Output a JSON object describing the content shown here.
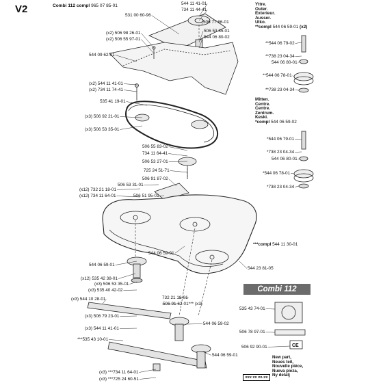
{
  "header": {
    "section": "V2",
    "model": "Combi 112",
    "compl_label": "compl",
    "compl_part": "965 07 85-01"
  },
  "brand_label": "Combi 112",
  "outer_block": {
    "lines": [
      "Yttre.",
      "Outer.",
      "Exterieur.",
      "Ausser.",
      "Ulko."
    ],
    "compl_prefix": "**compl",
    "compl_part": "544 06 59-01",
    "compl_qty": "(x2)"
  },
  "center_block": {
    "lines": [
      "Mitten.",
      "Centre.",
      "Centre.",
      "Zentrum.",
      "Keski."
    ],
    "compl_prefix": "*compl",
    "compl_part": "544 06 59-02"
  },
  "deck_compl": {
    "prefix": "***compl",
    "part": "544 11 30-01"
  },
  "new_part": {
    "lines": [
      "New part,",
      "Neues teil,",
      "Nouvelle piéce,",
      "Nueva pieza,",
      "Ny detalj"
    ],
    "code": "xxx xx xx-xx"
  },
  "labels": [
    {
      "id": "l01",
      "text": "544 11 41-01"
    },
    {
      "id": "l02",
      "text": "734 11 44-41"
    },
    {
      "id": "l03",
      "text": "531 00 60-96"
    },
    {
      "id": "l04",
      "text": "506 77 86-01"
    },
    {
      "id": "l05",
      "text": "(x2) 506 98 26-01"
    },
    {
      "id": "l06",
      "text": "(x2) 506 55 97-01"
    },
    {
      "id": "l07",
      "text": "506 53 35-01"
    },
    {
      "id": "l08",
      "text": "544 06 80-02"
    },
    {
      "id": "l09",
      "text": "544 09 62-01"
    },
    {
      "id": "l10",
      "text": "(x2) 544 11 41-01"
    },
    {
      "id": "l11",
      "text": "(x2) 734 11 74-41"
    },
    {
      "id": "l12",
      "text": "535 41 19-01"
    },
    {
      "id": "l13",
      "text": "(x3) 506 92 21-01"
    },
    {
      "id": "l14",
      "text": "(x3) 506 53 35-01"
    },
    {
      "id": "l15",
      "text": "506 55 83-02"
    },
    {
      "id": "l16",
      "text": "734 11 64-41"
    },
    {
      "id": "l17",
      "text": "506 53 27-01"
    },
    {
      "id": "l18",
      "text": "725 24 51-71"
    },
    {
      "id": "l19",
      "text": "506 91 87-02"
    },
    {
      "id": "l20",
      "text": "506 53 31-01"
    },
    {
      "id": "l21",
      "text": "(x12) 732 21 18-01"
    },
    {
      "id": "l22",
      "text": "(x12) 734 11 64-01"
    },
    {
      "id": "l23",
      "text": "506 51 95-01"
    },
    {
      "id": "l24",
      "text": "544 06 59-01"
    },
    {
      "id": "l25",
      "text": "(x12) 535 42 38-01"
    },
    {
      "id": "l26",
      "text": "(x3) 506 53 35-01"
    },
    {
      "id": "l27",
      "text": "(x3) 535 40 42-02"
    },
    {
      "id": "l28",
      "text": "(x3) 544 10 28-01"
    },
    {
      "id": "l29",
      "text": "732 21 18-01"
    },
    {
      "id": "l30",
      "text": "506 91 62-01*** (x3)"
    },
    {
      "id": "l31",
      "text": "(x3) 506 79 23-01"
    },
    {
      "id": "l32",
      "text": "(x3) 544 11 41-01"
    },
    {
      "id": "l33",
      "text": "544 06 59-02"
    },
    {
      "id": "l34",
      "text": "***535 43 10-01"
    },
    {
      "id": "l35",
      "text": "544 06 59-01"
    },
    {
      "id": "l36",
      "text": "(x3) ***734 11 64-01"
    },
    {
      "id": "l37",
      "text": "(x3) ***725 24 60-51"
    },
    {
      "id": "l38",
      "text": "544 06 59-01"
    },
    {
      "id": "l39",
      "text": "544 23 81-05"
    },
    {
      "id": "l40",
      "text": "535 43 74-01"
    },
    {
      "id": "l41",
      "text": "506 78 97-01"
    },
    {
      "id": "l42",
      "text": "506 92 90-01"
    },
    {
      "id": "l43",
      "text": "**544 06 79-02"
    },
    {
      "id": "l44",
      "text": "**738 23 04-34"
    },
    {
      "id": "l45",
      "text": "544 06 80-01"
    },
    {
      "id": "l46",
      "text": "**544 06 78-01"
    },
    {
      "id": "l47",
      "text": "**738 23 04-34"
    },
    {
      "id": "l48",
      "text": "*544 06 79-01"
    },
    {
      "id": "l49",
      "text": "*738 23 04-34"
    },
    {
      "id": "l50",
      "text": "544 06 80-01"
    },
    {
      "id": "l51",
      "text": "*544 06 78-01"
    },
    {
      "id": "l52",
      "text": "*738 23 04-34"
    }
  ]
}
